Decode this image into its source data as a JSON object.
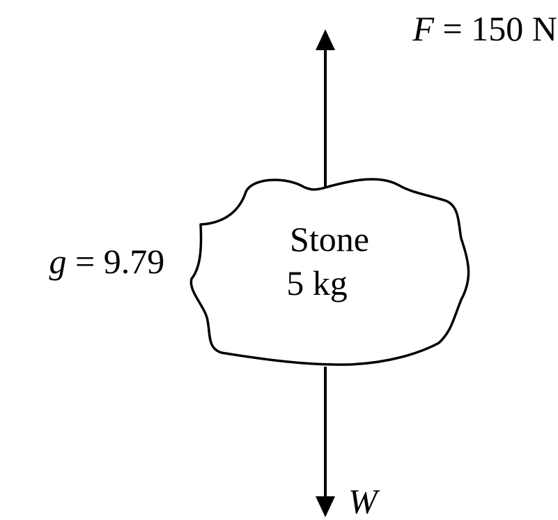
{
  "force_label": {
    "symbol": "F",
    "relation": " = 150 N"
  },
  "weight_label": {
    "symbol": "W"
  },
  "gravity_label": {
    "symbol": "g",
    "relation": " = 9.79"
  },
  "stone": {
    "name": "Stone",
    "mass": "5 kg"
  },
  "colors": {
    "ink": "#000000",
    "background": "#ffffff"
  }
}
